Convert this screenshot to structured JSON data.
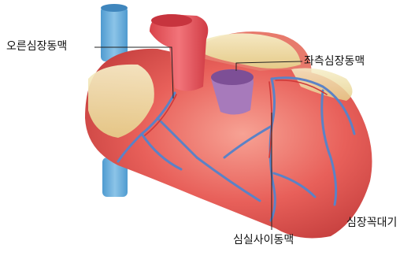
{
  "labels": {
    "right_coronary_artery": "오른심장동맥",
    "left_coronary_artery": "좌측심장동맥",
    "interventricular_artery": "심실사이동맥",
    "apex": "심장꼭대기"
  },
  "colors": {
    "heart": "#e85c55",
    "heart_highlight": "#f58a7a",
    "fat": "#f2e6b4",
    "vein_blue": "#6aaed8",
    "pulmonary_purple": "#9a6fb0",
    "vessel_line": "#5a7fc2"
  }
}
